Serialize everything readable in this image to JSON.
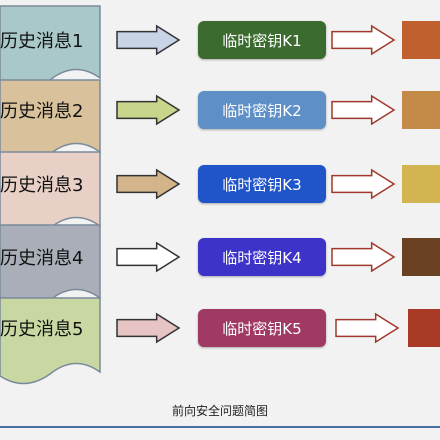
{
  "rows": [
    {
      "message": "历史消息1",
      "key": "临时密钥K1",
      "key_color": "#3b6b2e",
      "page_color": "#a9c9c9",
      "arrow1_color": "#c9d3e8",
      "arrow2_color": "#ffffff",
      "cipher_color": "#c1602f"
    },
    {
      "message": "历史消息2",
      "key": "临时密钥K2",
      "key_color": "#5f8fc7",
      "page_color": "#d9c29b",
      "arrow1_color": "#c7d68b",
      "arrow2_color": "#ffffff",
      "cipher_color": "#c48a48"
    },
    {
      "message": "历史消息3",
      "key": "临时密钥K3",
      "key_color": "#1f55c9",
      "page_color": "#e8d0c6",
      "arrow1_color": "#d4b48a",
      "arrow2_color": "#ffffff",
      "cipher_color": "#d2b451"
    },
    {
      "message": "历史消息4",
      "key": "临时密钥K4",
      "key_color": "#3d33c9",
      "page_color": "#a9aeb8",
      "arrow1_color": "#ffffff",
      "arrow2_color": "#ffffff",
      "cipher_color": "#6b4124"
    },
    {
      "message": "历史消息5",
      "key": "临时密钥K5",
      "key_color": "#a03a64",
      "page_color": "#c9d8a2",
      "arrow1_color": "#e6c4c4",
      "arrow2_color": "#ffffff",
      "cipher_color": "#a83a26"
    }
  ],
  "caption": "前向安全问题简图"
}
